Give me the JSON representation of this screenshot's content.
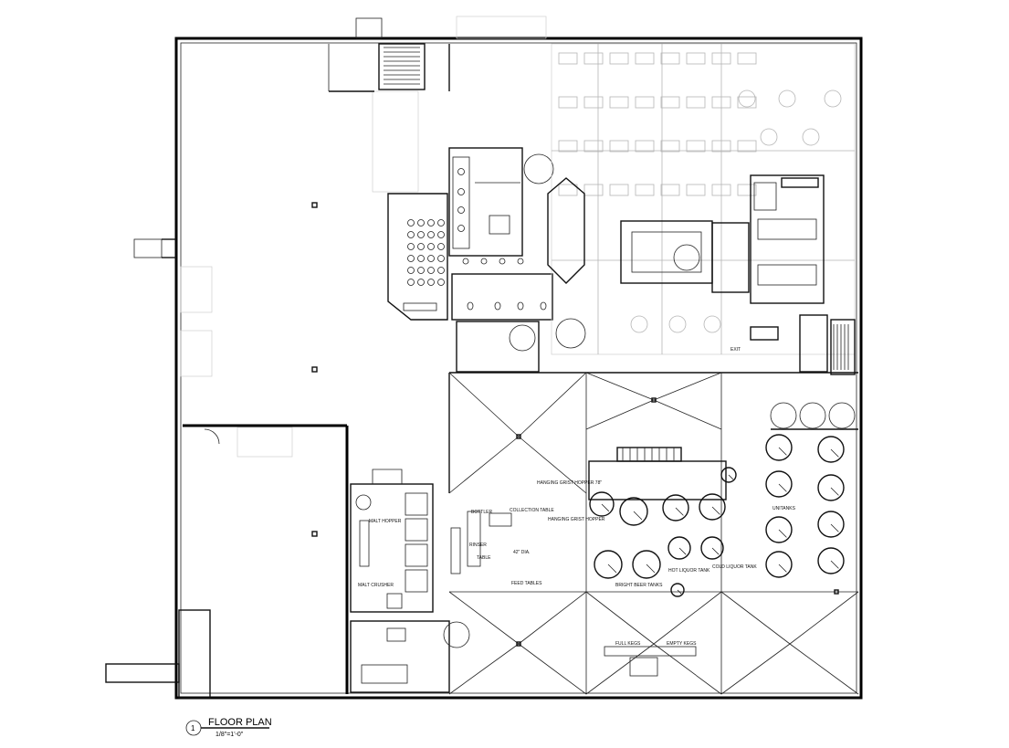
{
  "title": {
    "number": "1",
    "text": "FLOOR PLAN",
    "scale": "1/8\"=1'-0\""
  },
  "labels": {
    "malt_hopper": "MALT HOPPER",
    "malt_crusher": "MALT CRUSHER",
    "bottler": "BOTTLER",
    "collection_table": "COLLECTION TABLE",
    "hanging_grist_hopper_top": "HANGING GRIST HOPPER 78\"",
    "hanging_grist_hopper_mid": "HANGING GRIST HOPPER",
    "rinser": "RINSER",
    "table": "TABLE",
    "dia": "42\" DIA.",
    "feed_tables": "FEED TABLES",
    "bright_beer_tanks": "BRIGHT BEER TANKS",
    "hot_liquor_tank": "HOT LIQUOR TANK",
    "cold_liquor_tank": "COLD LIQUOR TANK",
    "unitanks": "UNITANKS",
    "full_kegs": "FULL KEGS",
    "empty_kegs": "EMPTY KEGS",
    "exit": "EXIT"
  }
}
